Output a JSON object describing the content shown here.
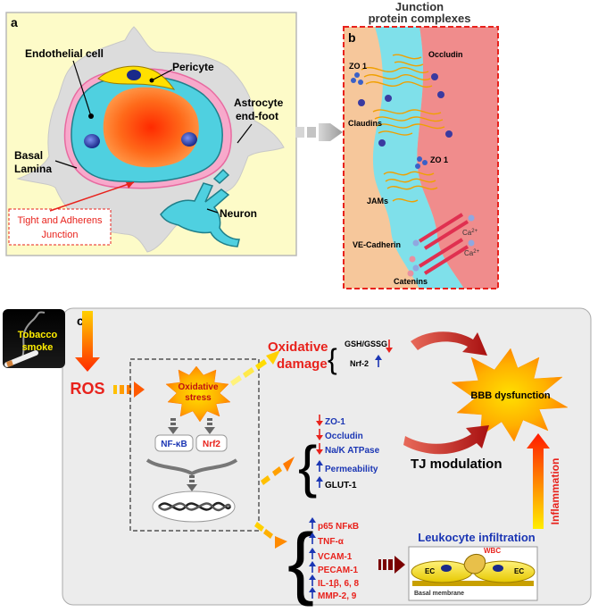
{
  "panel_a": {
    "letter": "a",
    "endothelial": "Endothelial cell",
    "pericyte": "Pericyte",
    "astro1": "Astrocyte",
    "astro2": "end-foot",
    "basal1": "Basal",
    "basal2": "Lamina",
    "neuron": "Neuron",
    "tight1": "Tight  and Adherens",
    "tight2": "Junction"
  },
  "panel_b": {
    "header1": "Junction",
    "header2": "protein complexes",
    "letter": "b",
    "zo1_top": "ZO 1",
    "occludin": "Occludin",
    "claudins": "Claudins",
    "zo1_mid": "ZO 1",
    "jams": "JAMs",
    "vecad": "VE-Cadherin",
    "ca1": "Ca",
    "ca2": "Ca",
    "ca_sup": "2+",
    "catenins": "Catenins"
  },
  "panel_c": {
    "letter": "c",
    "tobacco1": "Tobacco",
    "tobacco2": "smoke",
    "ros": "ROS",
    "ox_stress1": "Oxidative",
    "ox_stress2": "stress",
    "nfkb": "NF-κB",
    "nrf2": "Nrf2",
    "ox_damage1": "Oxidative",
    "ox_damage2": "damage",
    "gsh": "GSH/GSSG",
    "nrf2b": "Nrf-2",
    "bbb": "BBB dysfunction",
    "tj_items": [
      {
        "dir": "down",
        "text": "ZO-1"
      },
      {
        "dir": "down",
        "text": "Occludin"
      },
      {
        "dir": "down",
        "text": "Na/K ATPase"
      },
      {
        "dir": "up",
        "text": "Permeability"
      },
      {
        "dir": "up",
        "text": "GLUT-1"
      }
    ],
    "tj_mod": "TJ modulation",
    "inflammation": "Inflammation",
    "inflam_items": [
      "p65 NFκB",
      "TNF-α",
      "VCAM-1",
      "PECAM-1",
      "IL-1β, 6, 8",
      "MMP-2, 9"
    ],
    "leukocyte": "Leukocyte infiltration",
    "wbc": "WBC",
    "ec": "EC",
    "basal_membrane": "Basal membrane"
  },
  "colors": {
    "panel_a_bg": "#fdfbc8",
    "panel_b_left": "#f6c79b",
    "panel_b_right": "#f08c8c",
    "endothelial": "#4fd0e0",
    "red_text": "#e8221c",
    "blue_text": "#1b36b4",
    "panel_c_bg": "#ececec"
  }
}
